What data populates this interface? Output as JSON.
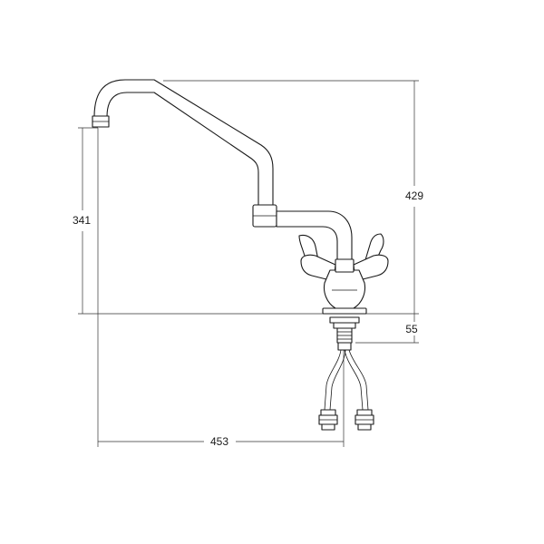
{
  "diagram": {
    "dimensions": {
      "total_height": "429",
      "spout_height": "341",
      "spout_reach": "453",
      "shank_length": "55"
    }
  }
}
